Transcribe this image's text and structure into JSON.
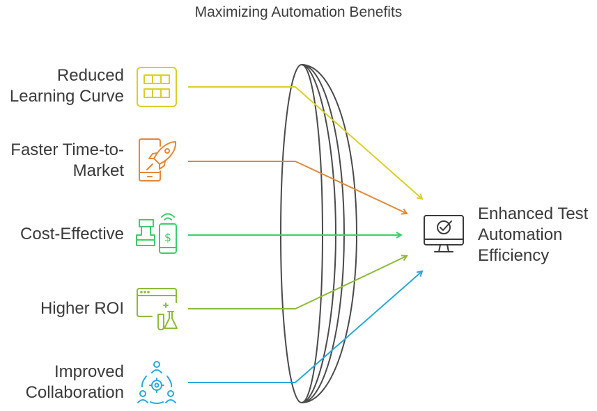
{
  "title": "Maximizing Automation Benefits",
  "inputs": [
    {
      "lines": [
        "Reduced",
        "Learning Curve"
      ],
      "icon": "grid-panel-icon",
      "color": "#d9cf2a"
    },
    {
      "lines": [
        "Faster Time-to-",
        "Market"
      ],
      "icon": "rocket-phone-icon",
      "color": "#e0893a"
    },
    {
      "lines": [
        "Cost-Effective"
      ],
      "icon": "payment-terminal-icon",
      "color": "#3fcc6f"
    },
    {
      "lines": [
        "Higher ROI"
      ],
      "icon": "browser-flask-icon",
      "color": "#8dbb3a"
    },
    {
      "lines": [
        "Improved",
        "Collaboration"
      ],
      "icon": "team-gear-icon",
      "color": "#2aa8d8"
    }
  ],
  "output": {
    "lines": [
      "Enhanced Test",
      "Automation",
      "Efficiency"
    ],
    "icon": "monitor-check-icon",
    "color": "#3a3a3a"
  },
  "lens": {
    "icon": "convex-lens",
    "color": "#4a4a4a"
  }
}
